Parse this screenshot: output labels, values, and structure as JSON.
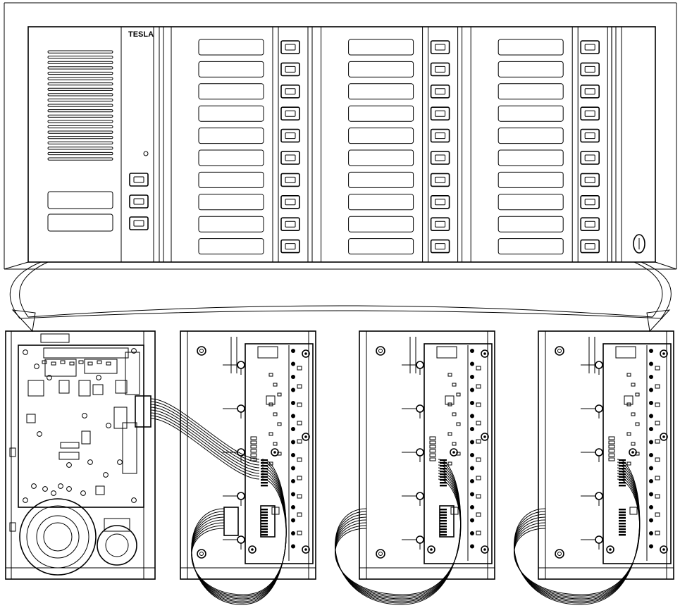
{
  "panel": {
    "brand": "TESLA",
    "module_count": 3,
    "buttons_per_module": 10,
    "control_buttons": 3
  },
  "expanded": {
    "module_board_count": 3
  }
}
